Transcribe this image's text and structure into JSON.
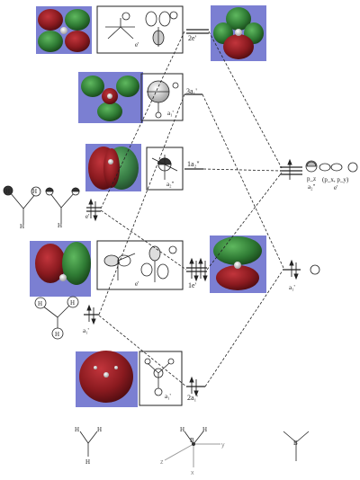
{
  "colors": {
    "mo_background": "#7b7fd2",
    "lobe_positive": "#8a1a1f",
    "lobe_negative": "#2f7b34",
    "atom_core": "#d9d9d9",
    "line": "#222222",
    "axis_gray": "#9a9a9a"
  },
  "levels": {
    "top_2e": "2e'",
    "top_3a1": "3a₁'",
    "nb_1a2": "1a₂\"",
    "mid_1e": "1e'",
    "bot_2a1": "2a₁'"
  },
  "symmetry": {
    "e_prime": "e'",
    "a1_prime": "a₁'",
    "a2_dprime": "a₂\""
  },
  "boron": {
    "pz": "p_z",
    "pz_sym": "a₂\"",
    "pxy": "(p_x, p_y)",
    "pxy_sym": "e'",
    "s_sym": "a₁'"
  },
  "ligand": {
    "e_label": "e'",
    "a1_label": "a₁'",
    "H": "H"
  },
  "axes": {
    "atom": "B",
    "x": "x",
    "y": "y",
    "z": "z"
  }
}
